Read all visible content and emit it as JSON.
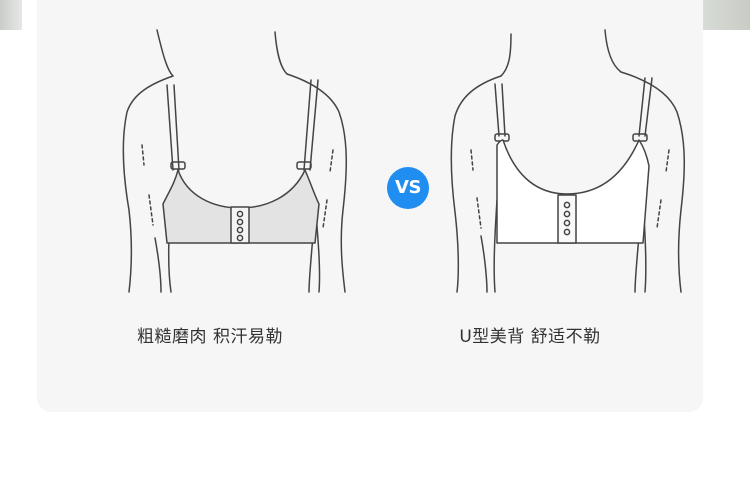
{
  "comparison": {
    "left_caption": "粗糙磨肉 积汗易勒",
    "vs_label": "VS",
    "right_caption": "U型美背 舒适不勒"
  },
  "colors": {
    "card_background": "#f6f6f6",
    "vs_badge": "#1f8ef0",
    "caption_text": "#333333",
    "outline": "#444444",
    "left_band_fill": "#e3e3e3",
    "right_band_fill": "#ffffff"
  },
  "icons": {
    "left": "bra-back-rough-illustration",
    "right": "bra-back-u-shape-illustration"
  }
}
